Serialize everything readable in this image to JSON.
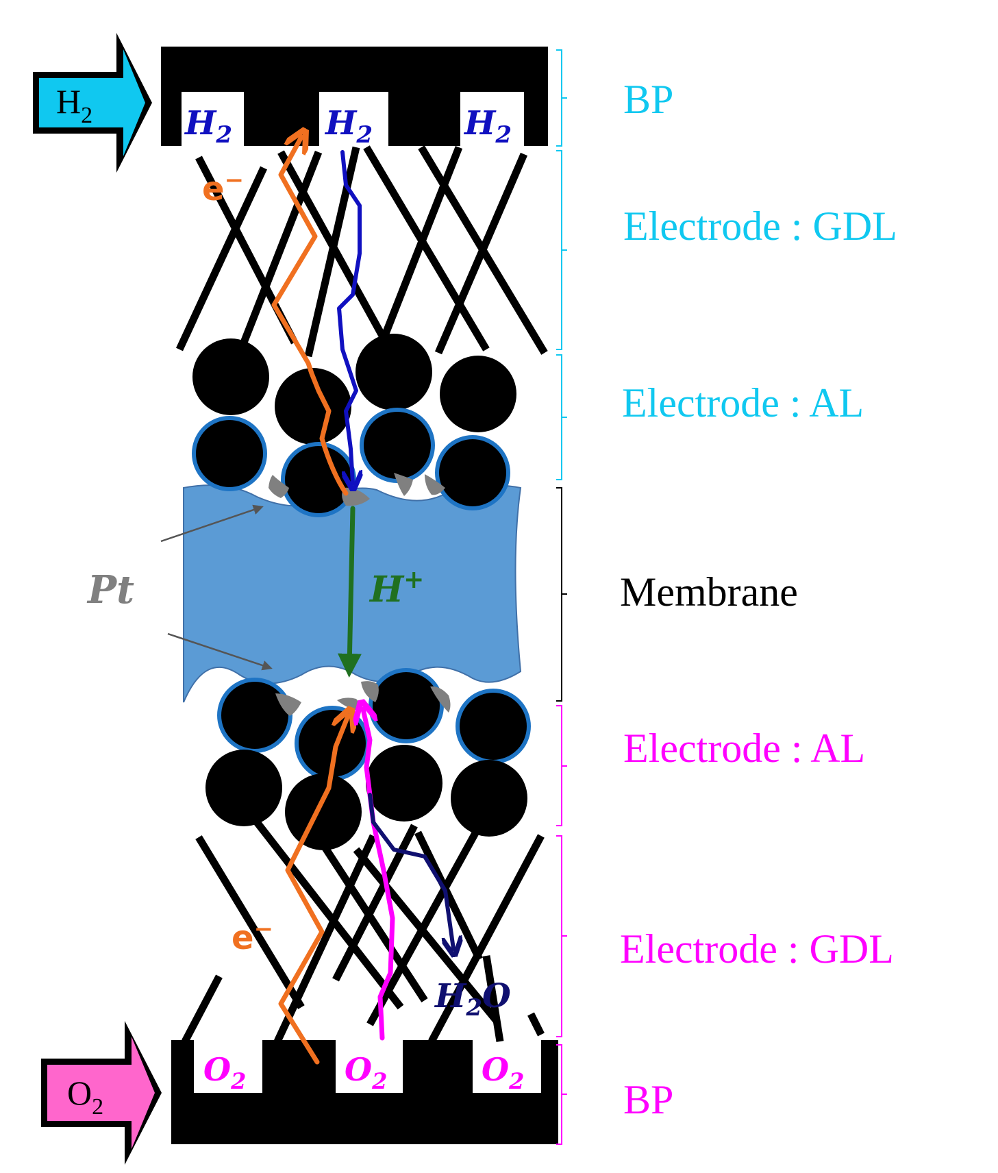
{
  "inlet_h2": {
    "main": "H",
    "sub": "2"
  },
  "inlet_o2": {
    "main": "O",
    "sub": "2"
  },
  "anode_channels": [
    {
      "main": "H",
      "sub": "2"
    },
    {
      "main": "H",
      "sub": "2"
    },
    {
      "main": "H",
      "sub": "2"
    }
  ],
  "cathode_channels": [
    {
      "main": "O",
      "sub": "2"
    },
    {
      "main": "O",
      "sub": "2"
    },
    {
      "main": "O",
      "sub": "2"
    }
  ],
  "electron_top": {
    "main": "e",
    "sup": "−"
  },
  "electron_bottom": {
    "main": "e",
    "sup": "−"
  },
  "proton": {
    "main": "H",
    "sup": "+"
  },
  "water": {
    "main": "H",
    "sub": "2",
    "tail": "O"
  },
  "catalyst_label": "Pt",
  "layers": {
    "anode_bp": "BP",
    "anode_gdl": "Electrode : GDL",
    "anode_al": "Electrode : AL",
    "membrane": "Membrane",
    "cathode_al": "Electrode : AL",
    "cathode_gdl": "Electrode : GDL",
    "cathode_bp": "BP"
  },
  "colors": {
    "anode": "#10c8f0",
    "cathode": "#ff00ff",
    "membrane": "#5b9bd5",
    "electron": "#f07020",
    "hydrogen": "#1010c0",
    "oxygen": "#ff00ff",
    "proton": "#207020",
    "water": "#101070",
    "pt": "#808080",
    "inlet_h2": "#10c8f0",
    "inlet_o2": "#ff66cc"
  }
}
